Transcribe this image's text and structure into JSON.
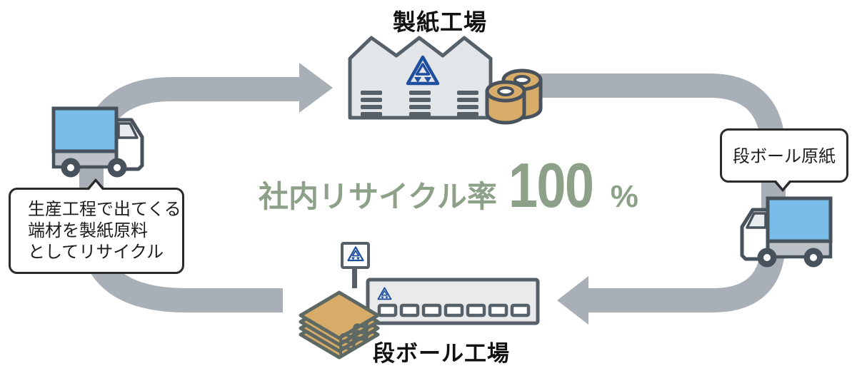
{
  "paper_mill": {
    "label": "製紙工場"
  },
  "cardboard_factory": {
    "label": "段ボール工場"
  },
  "stat": {
    "label": "社内リサイクル率",
    "value": "100",
    "unit": "%"
  },
  "left_callout": {
    "lines": [
      "生産工程で出てくる",
      "端材を製紙原料",
      "としてリサイクル"
    ]
  },
  "right_callout": {
    "text": "段ボール原紙"
  },
  "colors": {
    "arrow_gray": "#a9afb6",
    "stat_green": "#8da189",
    "truck_blue": "#7abde8",
    "kraft_tan": "#d7ac68",
    "logo_blue": "#1d4f9e",
    "outline_dark": "#47525c",
    "factory_fill": "#e3e6e9"
  },
  "icons": {
    "paper_mill": "sawtooth-factory-building-icon",
    "cardboard_factory": "long-factory-building-icon",
    "left_truck": "delivery-truck-icon",
    "right_truck": "delivery-truck-icon",
    "paper_rolls": "paper-roll-icon",
    "cardboard_stack": "corrugated-board-stack-icon",
    "company_logo": "triangle-logo-icon",
    "flow": "recycle-loop-arrow"
  }
}
